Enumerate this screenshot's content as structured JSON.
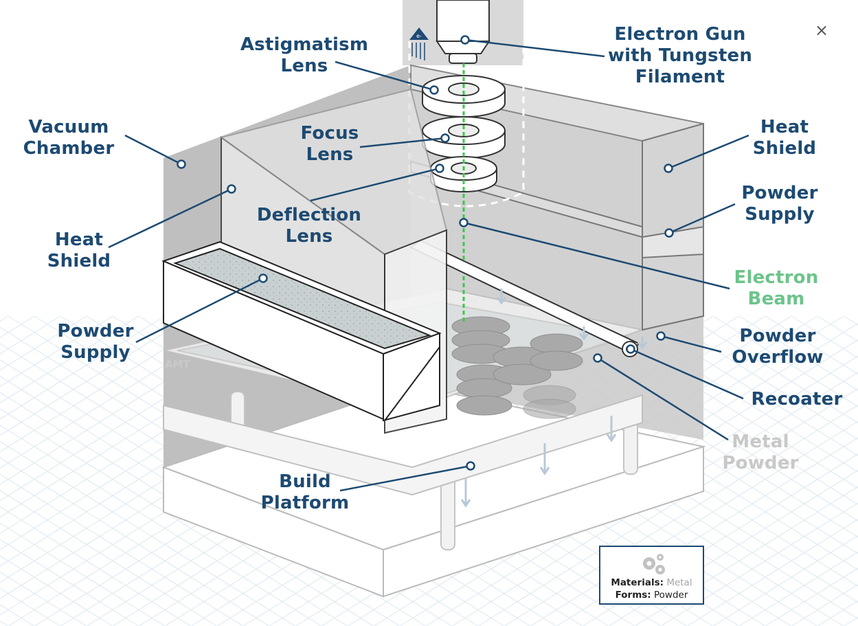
{
  "labels": {
    "electron_gun": "Electron Gun\nwith Tungsten\nFilament",
    "astigmatism_lens": "Astigmatism\nLens",
    "vacuum_chamber": "Vacuum\nChamber",
    "focus_lens": "Focus\nLens",
    "heat_shield_left": "Heat\nShield",
    "heat_shield_right": "Heat\nShield",
    "deflection_lens": "Deflection\nLens",
    "powder_supply_left": "Powder\nSupply",
    "powder_supply_right": "Powder\nSupply",
    "electron_beam": "Electron\nBeam",
    "powder_overflow": "Powder\nOverflow",
    "recoater": "Recoater",
    "metal_powder": "Metal\nPowder",
    "build_platform": "Build\nPlatform"
  },
  "gun_badge": "e-",
  "watermark": "AMT",
  "close_symbol": "×",
  "legend": {
    "materials_key": "Materials:",
    "materials_value": "Metal",
    "forms_key": "Forms:",
    "forms_value": "Powder"
  },
  "colors": {
    "label": "#1d4a72",
    "beam_label": "#6cc48a",
    "muted_label": "#c8c8c8",
    "beam": "#3cc84a",
    "outline": "#1f1f1f",
    "grid": "#dce8f2"
  }
}
